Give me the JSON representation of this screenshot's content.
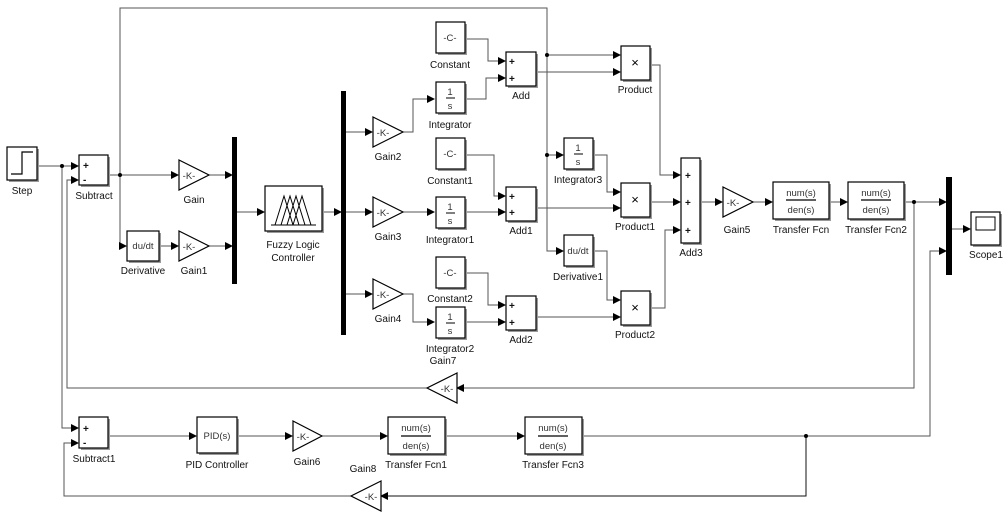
{
  "diagram": {
    "type": "simulink-block-diagram",
    "blocks": {
      "step": {
        "label": "Step"
      },
      "subtract": {
        "label": "Subtract",
        "signs": [
          "+",
          "-"
        ]
      },
      "subtract1": {
        "label": "Subtract1",
        "signs": [
          "+",
          "-"
        ]
      },
      "gain": {
        "label": "Gain",
        "text": "-K-"
      },
      "gain1": {
        "label": "Gain1",
        "text": "-K-"
      },
      "gain2": {
        "label": "Gain2",
        "text": "-K-"
      },
      "gain3": {
        "label": "Gain3",
        "text": "-K-"
      },
      "gain4": {
        "label": "Gain4",
        "text": "-K-"
      },
      "gain5": {
        "label": "Gain5",
        "text": "-K-"
      },
      "gain6": {
        "label": "Gain6",
        "text": "-K-"
      },
      "gain7": {
        "label": "Gain7",
        "text": "-K-"
      },
      "gain8": {
        "label": "Gain8",
        "text": "-K-"
      },
      "derivative": {
        "label": "Derivative",
        "text": "du/dt"
      },
      "derivative1": {
        "label": "Derivative1",
        "text": "du/dt"
      },
      "fuzzy": {
        "label_line1": "Fuzzy Logic",
        "label_line2": "Controller"
      },
      "constant": {
        "label": "Constant",
        "text": "-C-"
      },
      "constant1": {
        "label": "Constant1",
        "text": "-C-"
      },
      "constant2": {
        "label": "Constant2",
        "text": "-C-"
      },
      "integrator": {
        "label": "Integrator",
        "num": "1",
        "den": "s"
      },
      "integrator1": {
        "label": "Integrator1",
        "num": "1",
        "den": "s"
      },
      "integrator2": {
        "label": "Integrator2",
        "num": "1",
        "den": "s"
      },
      "integrator3": {
        "label": "Integrator3",
        "num": "1",
        "den": "s"
      },
      "add": {
        "label": "Add",
        "signs": [
          "+",
          "+"
        ]
      },
      "add1": {
        "label": "Add1",
        "signs": [
          "+",
          "+"
        ]
      },
      "add2": {
        "label": "Add2",
        "signs": [
          "+",
          "+"
        ]
      },
      "add3": {
        "label": "Add3",
        "signs": [
          "+",
          "+",
          "+"
        ]
      },
      "product": {
        "label": "Product",
        "text": "×"
      },
      "product1": {
        "label": "Product1",
        "text": "×"
      },
      "product2": {
        "label": "Product2",
        "text": "×"
      },
      "tf": {
        "label": "Transfer Fcn",
        "num": "num(s)",
        "den": "den(s)"
      },
      "tf1": {
        "label": "Transfer Fcn1",
        "num": "num(s)",
        "den": "den(s)"
      },
      "tf2": {
        "label": "Transfer Fcn2",
        "num": "num(s)",
        "den": "den(s)"
      },
      "tf3": {
        "label": "Transfer Fcn3",
        "num": "num(s)",
        "den": "den(s)"
      },
      "pid": {
        "label": "PID Controller",
        "text": "PID(s)"
      },
      "scope": {
        "label": "Scope1"
      }
    }
  }
}
